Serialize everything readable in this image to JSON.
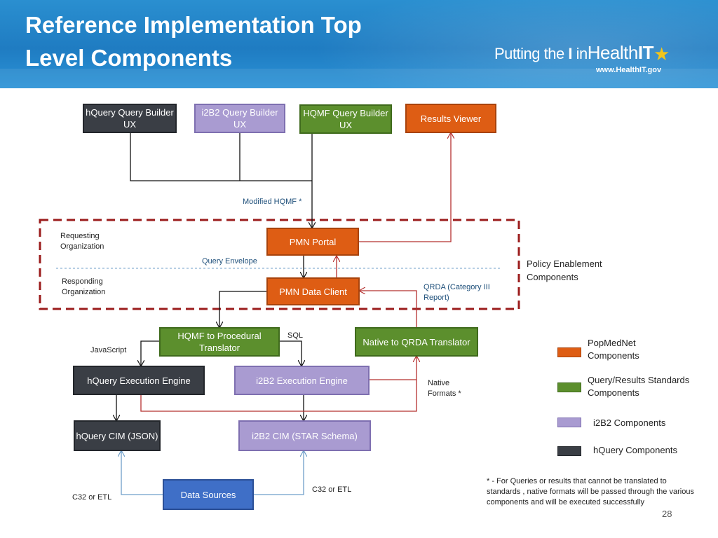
{
  "slide": {
    "title_line1": "Reference Implementation Top",
    "title_line2": "Level Components",
    "logo_text_prefix": "Putting the",
    "logo_text_i": "I",
    "logo_text_in": "in",
    "logo_text_health": "Health",
    "logo_text_it": "IT",
    "logo_url": "www.HealthIT.gov",
    "page_number": "28"
  },
  "boxes": {
    "hquery_builder": "hQuery Query Builder UX",
    "i2b2_builder": "i2B2 Query Builder UX",
    "hqmf_builder": "HQMF Query Builder UX",
    "results_viewer": "Results Viewer",
    "pmn_portal": "PMN Portal",
    "pmn_data_client": "PMN Data Client",
    "hqmf_translator": "HQMF to Procedural Translator",
    "native_translator": "Native to QRDA Translator",
    "hquery_engine": "hQuery Execution Engine",
    "i2b2_engine": "i2B2 Execution Engine",
    "hquery_cim": "hQuery CIM (JSON)",
    "i2b2_cim": "i2B2 CIM (STAR Schema)",
    "data_sources": "Data Sources"
  },
  "labels": {
    "modified_hqmf": "Modified HQMF *",
    "requesting_org": "Requesting Organization",
    "responding_org": "Responding Organization",
    "query_envelope": "Query Envelope",
    "qrda": "QRDA (Category III Report)",
    "policy": "Policy Enablement Components",
    "javascript": "JavaScript",
    "sql": "SQL",
    "native_formats": "Native Formats *",
    "c32_left": "C32 or ETL",
    "c32_right": "C32 or ETL"
  },
  "legend": {
    "items": [
      {
        "label": "PopMedNet Components",
        "color": "#de5d14"
      },
      {
        "label": "Query/Results Standards Components",
        "color": "#5c8f2d"
      },
      {
        "label": "i2B2 Components",
        "color": "#a99bd1"
      },
      {
        "label": "hQuery Components",
        "color": "#3a3e45"
      }
    ]
  },
  "footnote": "* - For Queries or results that cannot be translated to standards , native formats will be passed through the various components and will be executed successfully",
  "colors": {
    "header_blue": "#1f7cc2",
    "connector_black": "#111111",
    "connector_red": "#b5302f",
    "connector_blue": "#6f9fc9",
    "boundary_red": "#9b1c1c"
  }
}
